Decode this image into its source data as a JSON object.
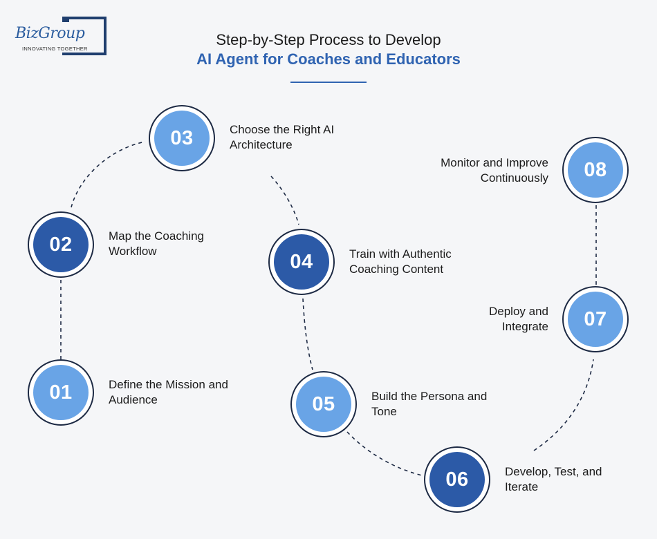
{
  "logo": {
    "wordmark": "BizGroup",
    "tagline": "INNOVATING TOGETHER"
  },
  "title": {
    "line1": "Step-by-Step Process to Develop",
    "line2": "AI Agent for Coaches and Educators"
  },
  "colors": {
    "accent": "#2f63b1",
    "light_step": "#69a4e6",
    "dark_step": "#2c5aa7",
    "ring": "#1d2a44"
  },
  "steps": [
    {
      "number": "01",
      "style": "light",
      "label": [
        "Define the Mission and",
        "Audience"
      ]
    },
    {
      "number": "02",
      "style": "dark",
      "label": [
        "Map the Coaching",
        "Workflow"
      ]
    },
    {
      "number": "03",
      "style": "light",
      "label": [
        "Choose the Right AI",
        "Architecture"
      ]
    },
    {
      "number": "04",
      "style": "dark",
      "label": [
        "Train with Authentic",
        "Coaching Content"
      ]
    },
    {
      "number": "05",
      "style": "light",
      "label": [
        "Build the Persona and",
        "Tone"
      ]
    },
    {
      "number": "06",
      "style": "dark",
      "label": [
        "Develop, Test, and",
        "Iterate"
      ]
    },
    {
      "number": "07",
      "style": "light",
      "label": [
        "Deploy and",
        "Integrate"
      ]
    },
    {
      "number": "08",
      "style": "light",
      "label": [
        "Monitor and Improve",
        "Continuously"
      ]
    }
  ]
}
